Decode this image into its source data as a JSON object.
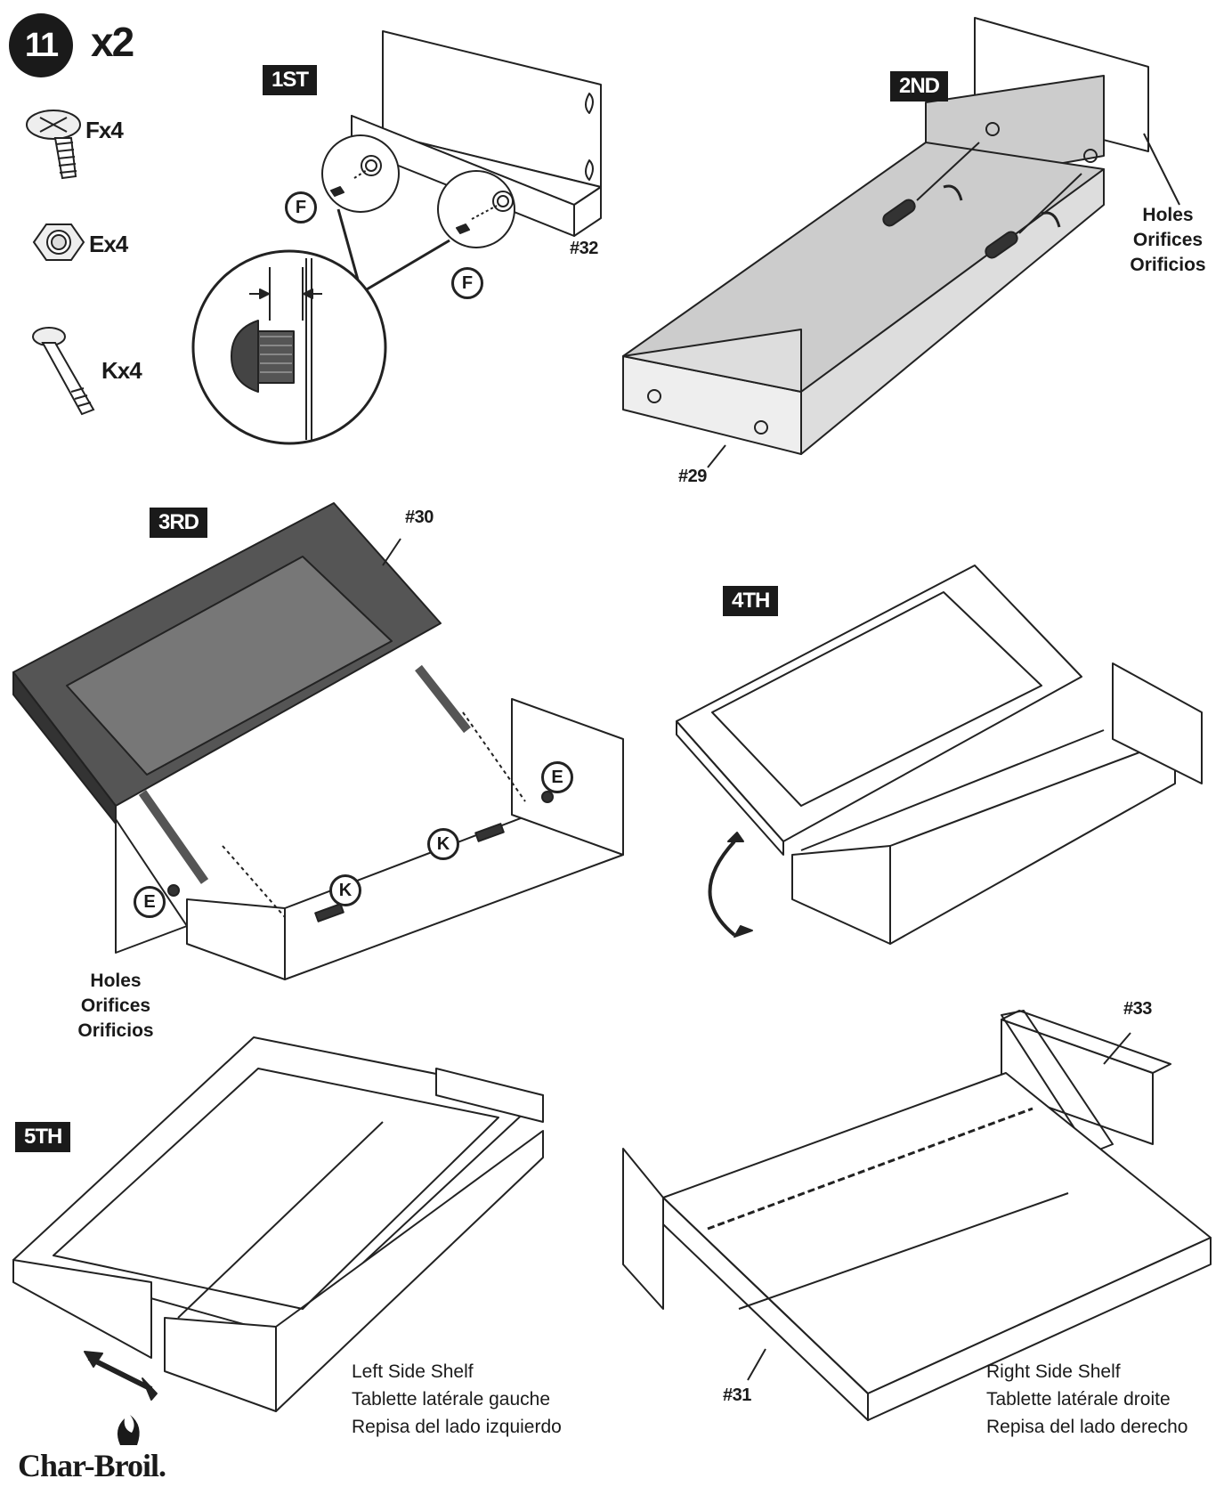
{
  "header": {
    "step_number": "11",
    "multiplier": "x2"
  },
  "hardware": [
    {
      "label": "Fx4",
      "icon": "screw-icon"
    },
    {
      "label": "Ex4",
      "icon": "hex-nut-icon"
    },
    {
      "label": "Kx4",
      "icon": "bolt-icon"
    }
  ],
  "steps": {
    "first": "1ST",
    "second": "2ND",
    "third": "3RD",
    "fourth": "4TH",
    "fifth": "5TH"
  },
  "parts": {
    "p32": "#32",
    "p29": "#29",
    "p30": "#30",
    "p33": "#33",
    "p31": "#31"
  },
  "hardware_callouts": {
    "F": "F",
    "E": "E",
    "K": "K"
  },
  "holes_label": [
    "Holes",
    "Orifices",
    "Orificios"
  ],
  "left_shelf": [
    "Left Side Shelf",
    "Tablette latérale gauche",
    "Repisa del lado izquierdo"
  ],
  "right_shelf": [
    "Right Side Shelf",
    "Tablette latérale droite",
    "Repisa del lado derecho"
  ],
  "brand": "Char-Broil."
}
